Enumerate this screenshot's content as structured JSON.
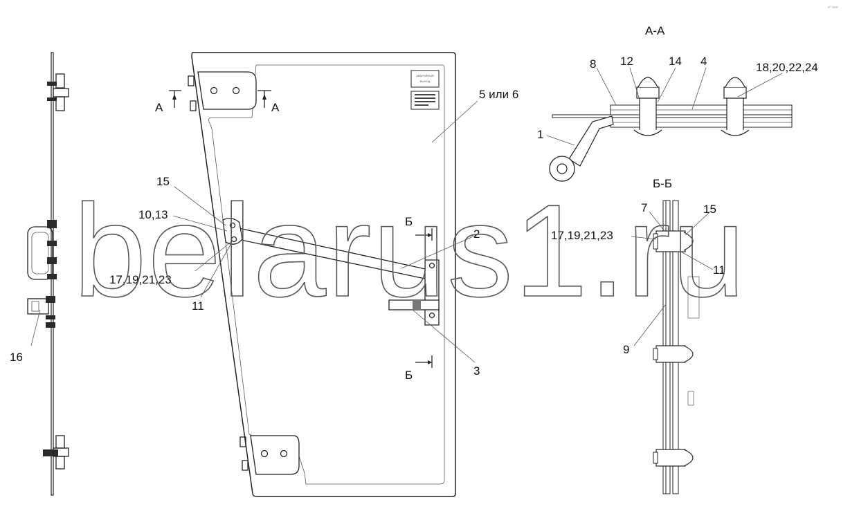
{
  "sections": {
    "aa": "А-А",
    "bb": "Б-Б"
  },
  "markers": {
    "a_left": "А",
    "a_right": "А",
    "b_top": "Б",
    "b_bottom": "Б"
  },
  "callouts": {
    "c1": "1",
    "c2": "2",
    "c3": "3",
    "c4": "4",
    "c5or6": "5 или 6",
    "c7": "7",
    "c8": "8",
    "c9": "9",
    "c10_13": "10,13",
    "c11_left": "11",
    "c11_right": "11",
    "c12": "12",
    "c14": "14",
    "c15_left": "15",
    "c15_right": "15",
    "c16": "16",
    "c17_left": "17,19,21,23",
    "c17_right": "17,19,21,23",
    "c18": "18,20,22,24"
  },
  "plate": {
    "line1": "АВАРИЙНЫЙ",
    "line2": "ВЫХОД"
  },
  "watermark": "belarus1.ru",
  "corner_mark": "e° ooo"
}
